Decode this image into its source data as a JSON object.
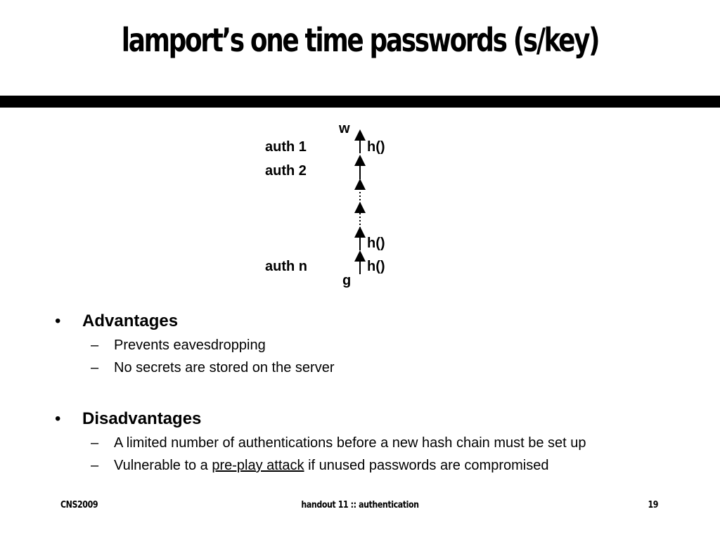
{
  "slide": {
    "title": "lamport’s one time passwords (s/key)"
  },
  "diagram": {
    "top_label": "w",
    "bottom_label": "g",
    "rows": [
      {
        "auth": "auth 1",
        "hash": "h()"
      },
      {
        "auth": "auth 2",
        "hash": ""
      },
      {
        "auth": "",
        "hash": "h()"
      },
      {
        "auth": "auth n",
        "hash": "h()"
      }
    ]
  },
  "bullets": [
    {
      "heading": "Advantages",
      "items": [
        {
          "parts": [
            {
              "text": "Prevents eavesdropping"
            }
          ]
        },
        {
          "parts": [
            {
              "text": "No secrets are stored on the server"
            }
          ]
        }
      ]
    },
    {
      "heading": "Disadvantages",
      "items": [
        {
          "parts": [
            {
              "text": "A limited number of authentications before a new hash chain must be set up"
            }
          ]
        },
        {
          "parts": [
            {
              "text": "Vulnerable to a "
            },
            {
              "text": "pre-play attack",
              "underline": true
            },
            {
              "text": " if unused passwords are compromised"
            }
          ]
        }
      ]
    }
  ],
  "footer": {
    "left": "CNS2009",
    "center": "handout 11 :: authentication",
    "right": "19"
  }
}
